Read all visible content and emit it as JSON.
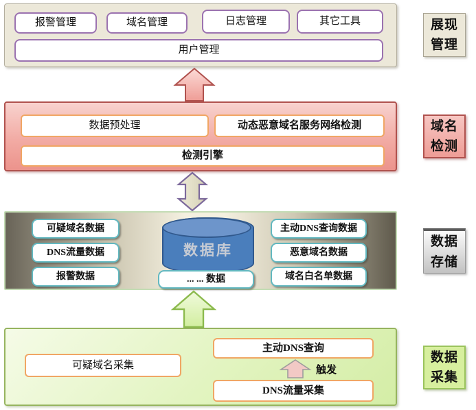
{
  "sections": {
    "presentation": {
      "label": "展现管理",
      "row1": [
        "报警管理",
        "域名管理",
        "日志管理",
        "其它工具"
      ],
      "row2": "用户管理"
    },
    "detection": {
      "label": "域名检测",
      "preprocess": "数据预处理",
      "fastflux": "动态恶意域名服务网络检测",
      "engine": "检测引擎"
    },
    "storage": {
      "label": "数据存储",
      "left": [
        "可疑域名数据",
        "DNS流量数据",
        "报警数据"
      ],
      "database": "数据库",
      "other_data": "... ...  数据",
      "right": [
        "主动DNS查询数据",
        "恶意域名数据",
        "域名白名单数据"
      ]
    },
    "collection": {
      "label": "数据采集",
      "suspicious": "可疑域名采集",
      "active_dns": "主动DNS查询",
      "dns_traffic": "DNS流量采集",
      "trigger": "触发"
    }
  },
  "colors": {
    "presentation_bg": "#ece8d9",
    "detection_bg": "#f2aba4",
    "detection_border": "#b0524e",
    "storage_edge": "#686357",
    "collection_bg": "#e2f4c0",
    "collection_border": "#96b45f",
    "box_border_purple": "#9b72b0",
    "box_border_orange": "#f0a664",
    "box_border_teal": "#62b8c0",
    "cylinder_blue": "#4a7ebc",
    "up_arrow_pink": "#f4aca6",
    "double_arrow_beige": "#e3dfc9",
    "up_arrow_green": "#ddf3b2"
  }
}
